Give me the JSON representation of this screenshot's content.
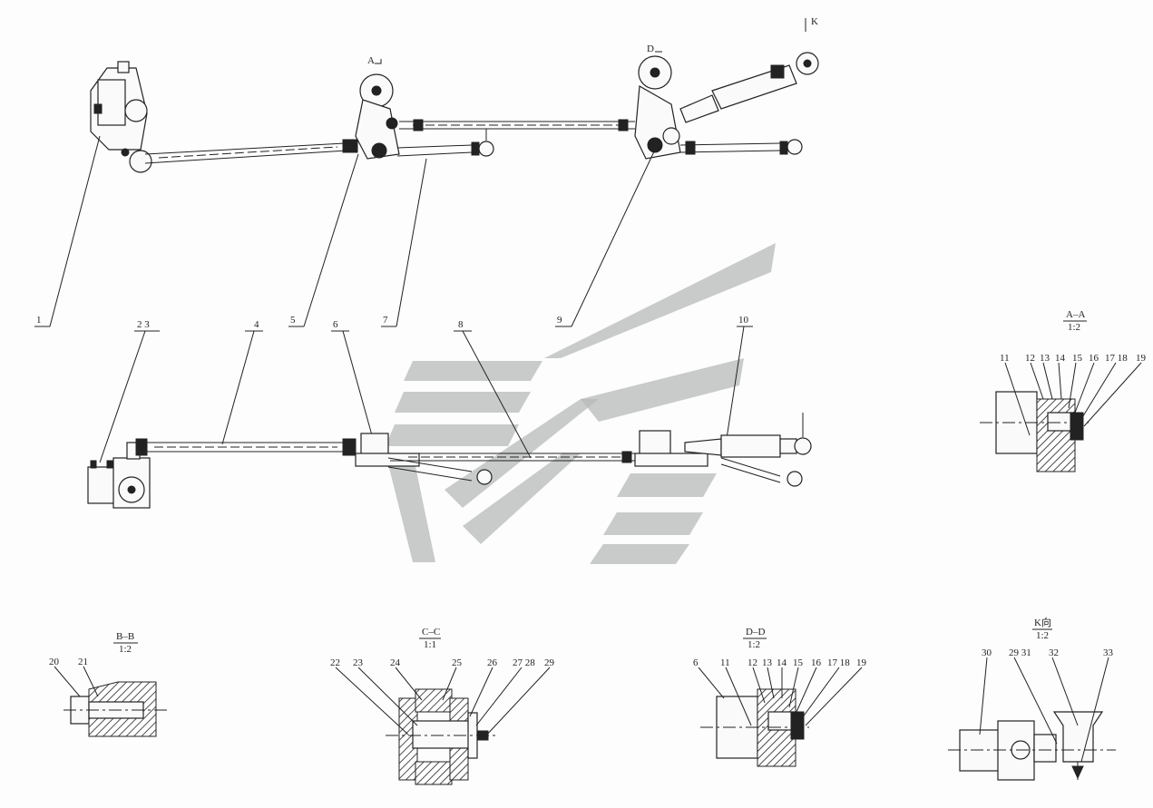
{
  "view_markers": {
    "a": "A",
    "d": "D",
    "k": "K"
  },
  "callouts": {
    "c1": "1",
    "c23": "2  3",
    "c4": "4",
    "c5": "5",
    "c6": "6",
    "c7": "7",
    "c8": "8",
    "c9": "9",
    "c10": "10"
  },
  "sections": {
    "aa": {
      "title": "A–A",
      "scale": "1:2",
      "labels": [
        "11",
        "12",
        "13",
        "14",
        "15",
        "16",
        "17 18",
        "19"
      ]
    },
    "bb": {
      "title": "B–B",
      "scale": "1:2",
      "labels": [
        "20",
        "21"
      ]
    },
    "cc": {
      "title": "C–C",
      "scale": "1:1",
      "labels": [
        "22",
        "23",
        "24",
        "25",
        "26",
        "27 28",
        "29"
      ]
    },
    "dd": {
      "title": "D–D",
      "scale": "1:2",
      "labels": [
        "6",
        "11",
        "12",
        "13",
        "14",
        "15",
        "16",
        "17 18",
        "19"
      ]
    },
    "k": {
      "title": "K向",
      "scale": "1:2",
      "labels": [
        "30",
        "29  31",
        "32",
        "33"
      ]
    }
  }
}
